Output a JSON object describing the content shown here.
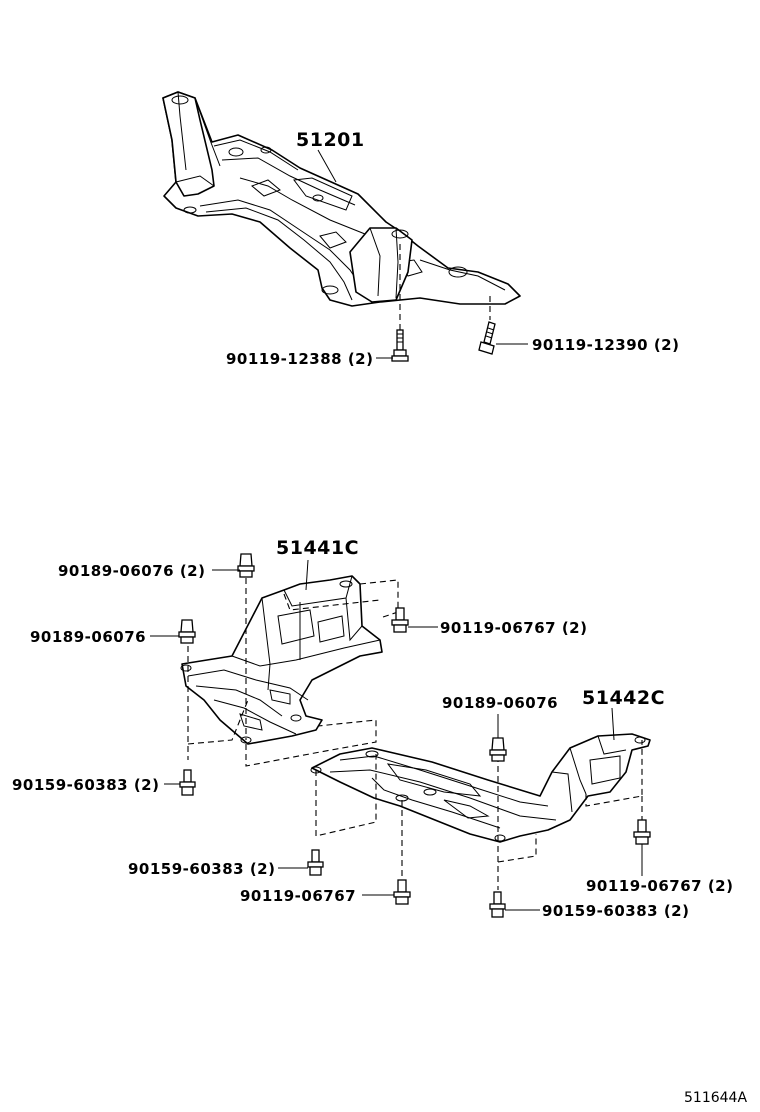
{
  "diagram": {
    "ref_code": "511644A",
    "parts": {
      "crossmember": "51201",
      "front_cover": "51441C",
      "rear_cover": "51442C"
    },
    "callouts": {
      "c1": "90119-12388 (2)",
      "c2": "90119-12390 (2)",
      "c3": "90189-06076 (2)",
      "c4": "90189-06076",
      "c5": "90119-06767 (2)",
      "c6": "90189-06076",
      "c7": "90159-60383 (2)",
      "c8": "90159-60383 (2)",
      "c9": "90119-06767",
      "c10": "90119-06767 (2)",
      "c11": "90159-60383 (2)"
    }
  }
}
